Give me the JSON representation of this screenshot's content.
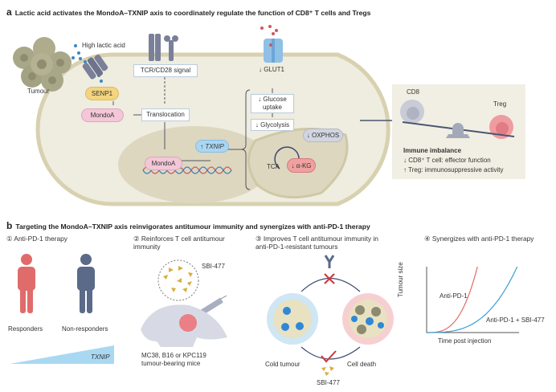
{
  "panel_a": {
    "letter": "a",
    "title": "Lactic acid activates the MondoA–TXNIP axis to coordinately regulate the function of CD8⁺ T cells and Tregs",
    "tumour_label": "Tumour",
    "lactic_acid_label": "High lactic acid",
    "senp1": "SENP1",
    "mondoa_cyto": "MondoA",
    "tcr_signal": "TCR/CD28 signal",
    "translocation": "Translocation",
    "mondoa_nucleus": "MondoA",
    "txnip": "↑ TXNIP",
    "glut1": "↓ GLUT1",
    "glucose_uptake": "↓ Glucose uptake",
    "glycolysis": "↓ Glycolysis",
    "oxphos": "↓ OXPHOS",
    "tca": "TCA",
    "akg": "↓ α-KG",
    "balance": {
      "cd8": "CD8",
      "treg": "Treg",
      "title": "Immune imbalance",
      "line1": "↓ CD8⁺ T cell: effector function",
      "line2": "↑ Treg: immunosuppressive activity"
    }
  },
  "panel_b": {
    "letter": "b",
    "title": "Targeting the MondoA–TXNIP axis reinvigorates antitumour immunity and synergizes with anti-PD-1 therapy",
    "steps": [
      {
        "num": "①",
        "label": "Anti-PD-1 therapy"
      },
      {
        "num": "②",
        "label": "Reinforces T cell antitumour immunity"
      },
      {
        "num": "③",
        "label": "Improves T cell antitumour immunity in anti-PD-1-resistant tumours"
      },
      {
        "num": "④",
        "label": "Synergizes with anti-PD-1 therapy"
      }
    ],
    "responders": "Responders",
    "non_responders": "Non-responders",
    "txnip_gradient": "TXNIP",
    "sbi_label": "SBI-477",
    "mice_label": "MC38, B16 or KPC119 tumour-bearing mice",
    "cold_tumour": "Cold tumour",
    "cell_death": "Cell death",
    "sbi_label2": "SBI-477"
  },
  "chart_data": {
    "type": "line",
    "title": "",
    "xlabel": "Time post injection",
    "ylabel": "Tumour size",
    "grid": false,
    "legend": "inline labels",
    "series": [
      {
        "name": "Anti-PD-1",
        "color": "#e06b6b",
        "x": [
          0,
          0.2,
          0.4,
          0.6,
          0.8,
          1.0
        ],
        "y": [
          0,
          0.05,
          0.15,
          0.33,
          0.6,
          1.0
        ],
        "x_end": 0.55
      },
      {
        "name": "Anti-PD-1 + SBI-477",
        "color": "#3a9fd6",
        "x": [
          0,
          0.2,
          0.4,
          0.6,
          0.8,
          1.0
        ],
        "y": [
          0,
          0.02,
          0.07,
          0.18,
          0.42,
          1.0
        ],
        "x_end": 0.98
      }
    ]
  },
  "colors": {
    "cell_bg": "#efece0",
    "cell_border": "#d8d1b0",
    "nucleus": "#ddd7bf",
    "responder": "#e06b6b",
    "non_responder": "#5a6a88",
    "txnip_blue": "#a9d9f2",
    "arrow": "#4a5670"
  }
}
